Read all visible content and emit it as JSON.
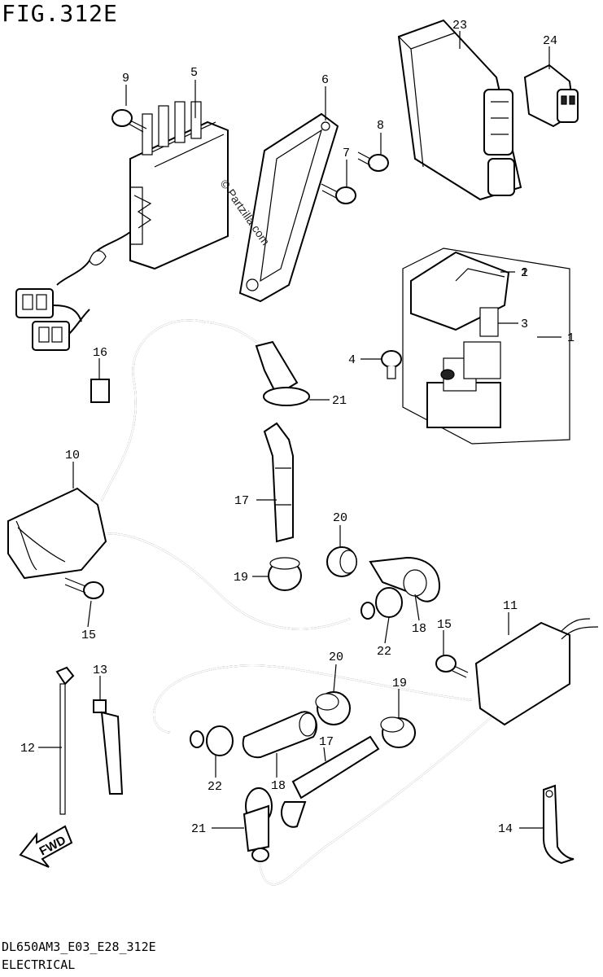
{
  "figure": {
    "title": "FIG.312E"
  },
  "footer": {
    "code": "DL650AM3_E03_E28_312E",
    "caption": "ELECTRICAL"
  },
  "watermark": "© Partzilla.com",
  "fwd_label": "FWD",
  "callouts": {
    "c1": "1",
    "c2": "2",
    "c3": "3",
    "c4": "4",
    "c5": "5",
    "c6": "6",
    "c7": "7",
    "c8": "8",
    "c9": "9",
    "c10": "10",
    "c11": "11",
    "c12": "12",
    "c13": "13",
    "c14": "14",
    "c15a": "15",
    "c15b": "15",
    "c16": "16",
    "c17a": "17",
    "c17b": "17",
    "c18a": "18",
    "c18b": "18",
    "c19a": "19",
    "c19b": "19",
    "c20a": "20",
    "c20b": "20",
    "c21a": "21",
    "c21b": "21",
    "c22a": "22",
    "c22b": "22",
    "c23": "23",
    "c24": "24"
  }
}
